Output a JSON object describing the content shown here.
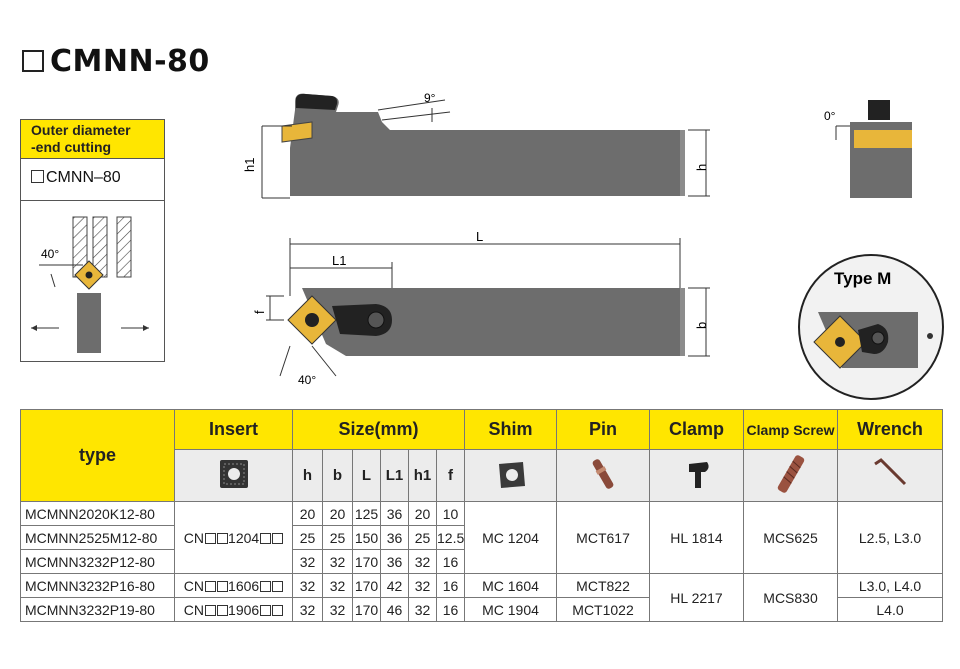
{
  "title": "CMNN-80",
  "info_panel": {
    "header_line1": "Outer diameter",
    "header_line2": "-end cutting",
    "subtitle": "CMNN–80",
    "angle": "40°"
  },
  "drawing": {
    "top_angle": "9°",
    "side_angle": "0°",
    "bottom_angle": "40°",
    "labels": {
      "h1": "h1",
      "h": "h",
      "L": "L",
      "L1": "L1",
      "f": "f",
      "b": "b"
    },
    "type_m": "Type M"
  },
  "table": {
    "headers": {
      "type": "type",
      "insert": "Insert",
      "size": "Size(mm)",
      "shim": "Shim",
      "pin": "Pin",
      "clamp": "Clamp",
      "clamp_screw": "Clamp Screw",
      "wrench": "Wrench"
    },
    "dims": [
      "h",
      "b",
      "L",
      "L1",
      "h1",
      "f"
    ],
    "rows": [
      {
        "type": "MCMNN2020K12-80",
        "h": "20",
        "b": "20",
        "L": "125",
        "L1": "36",
        "h1": "20",
        "f": "10"
      },
      {
        "type": "MCMNN2525M12-80",
        "h": "25",
        "b": "25",
        "L": "150",
        "L1": "36",
        "h1": "25",
        "f": "12.5"
      },
      {
        "type": "MCMNN3232P12-80",
        "h": "32",
        "b": "32",
        "L": "170",
        "L1": "36",
        "h1": "32",
        "f": "16"
      },
      {
        "type": "MCMNN3232P16-80",
        "h": "32",
        "b": "32",
        "L": "170",
        "L1": "42",
        "h1": "32",
        "f": "16"
      },
      {
        "type": "MCMNN3232P19-80",
        "h": "32",
        "b": "32",
        "L": "170",
        "L1": "46",
        "h1": "32",
        "f": "16"
      }
    ],
    "insert_1204": "1204",
    "insert_1606": "1606",
    "insert_1906": "1906",
    "insert_prefix": "CN",
    "shim_1204": "MC 1204",
    "shim_1604": "MC 1604",
    "shim_1904": "MC 1904",
    "pin_617": "MCT617",
    "pin_822": "MCT822",
    "pin_1022": "MCT1022",
    "clamp_1814": "HL 1814",
    "clamp_2217": "HL 2217",
    "screw_625": "MCS625",
    "screw_830": "MCS830",
    "wrench_a": "L2.5,  L3.0",
    "wrench_b": "L3.0,  L4.0",
    "wrench_c": "L4.0"
  },
  "colors": {
    "header_yellow": "#ffe600",
    "holder_gray": "#6d6d6d",
    "insert_gold": "#e8b63a"
  }
}
